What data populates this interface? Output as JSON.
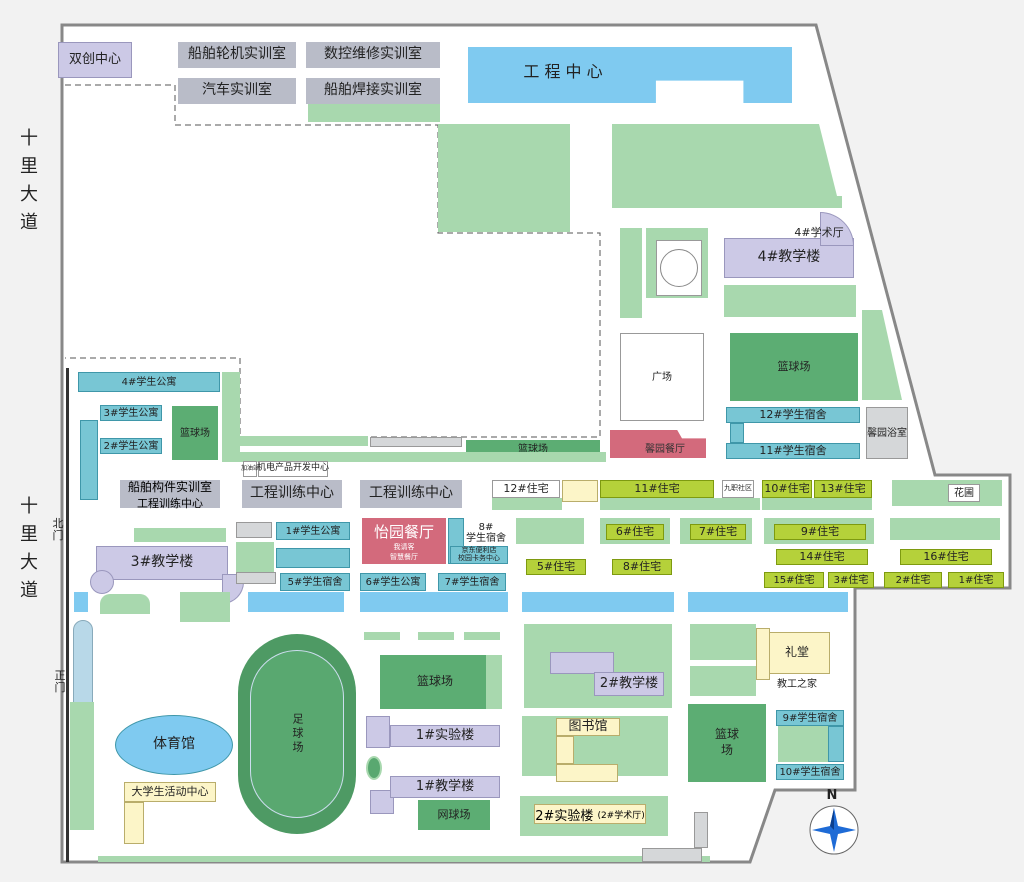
{
  "roads": {
    "top": "十里大道",
    "bottom": "十里大道"
  },
  "gates": {
    "north": "北门",
    "main": "正门"
  },
  "compass": {
    "label": "N"
  },
  "buildings": {
    "shuangchuang": "双创中心",
    "chuanbo_lunji": "船舶轮机实训室",
    "shukong": "数控维修实训室",
    "qiche": "汽车实训室",
    "hanjie": "船舶焊接实训室",
    "gongcheng": "工 程 中 心",
    "xueshuting4": "4#学术厅",
    "jiaoxue4": "4#教学楼",
    "guangchang": "广场",
    "lanqiu_a": "篮球场",
    "sushe12": "12#学生宿舍",
    "sushe11": "11#学生宿舍",
    "yuyuan": "馨园浴室",
    "xinyuan_canting": "馨园餐厅",
    "lanqiu_b": "篮球场",
    "gongyu4": "4#学生公寓",
    "gongyu3": "3#学生公寓",
    "gongyu2": "2#学生公寓",
    "lanqiu_c": "篮球场",
    "jidian": "机电产品开发中心",
    "jidian_small": "加油站",
    "goujian": "船舶构件实训室",
    "goujian_sub": "工程训练中心",
    "xunlian1": "工程训练中心",
    "xunlian2": "工程训练中心",
    "zhuzhai12": "12#住宅",
    "zhuzhai11": "11#住宅",
    "jiuzhi": "九职社区",
    "zhuzhai10": "10#住宅",
    "zhuzhai13": "13#住宅",
    "huayuan": "花圃",
    "gongyu1": "1#学生公寓",
    "yiyuan": "怡园餐厅",
    "yiyuan_sub1": "我请客",
    "yiyuan_sub2": "智慧餐厅",
    "sushe8": "8#\n学生宿舍",
    "bianli": "京东便利店\n校园卡务中心",
    "zhuzhai6": "6#住宅",
    "zhuzhai7": "7#住宅",
    "zhuzhai9": "9#住宅",
    "zhuzhai14": "14#住宅",
    "zhuzhai16": "16#住宅",
    "zhuzhai5": "5#住宅",
    "zhuzhai8": "8#住宅",
    "jiaoxue3": "3#教学楼",
    "sushe5": "5#学生宿舍",
    "gongyu6": "6#学生公寓",
    "sushe7": "7#学生宿舍",
    "zhuzhai15": "15#住宅",
    "zhuzhai3": "3#住宅",
    "zhuzhai2": "2#住宅",
    "zhuzhai1": "1#住宅",
    "litang": "礼堂",
    "jiaogong": "教工之家",
    "zuqiu": "足球场",
    "lanqiu_d": "篮球场",
    "jiaoxue2": "2#教学楼",
    "tiyuguan": "体育馆",
    "shiyan1": "1#实验楼",
    "tushuguan": "图书馆",
    "lanqiu_e": "篮球场",
    "sushe9": "9#学生宿舍",
    "sushe10": "10#学生宿舍",
    "huodong": "大学生活动中心",
    "jiaoxue1": "1#教学楼",
    "wangqiu": "网球场",
    "shiyan2": "2#实验楼",
    "xueshuting2": "(2#学术厅)"
  }
}
